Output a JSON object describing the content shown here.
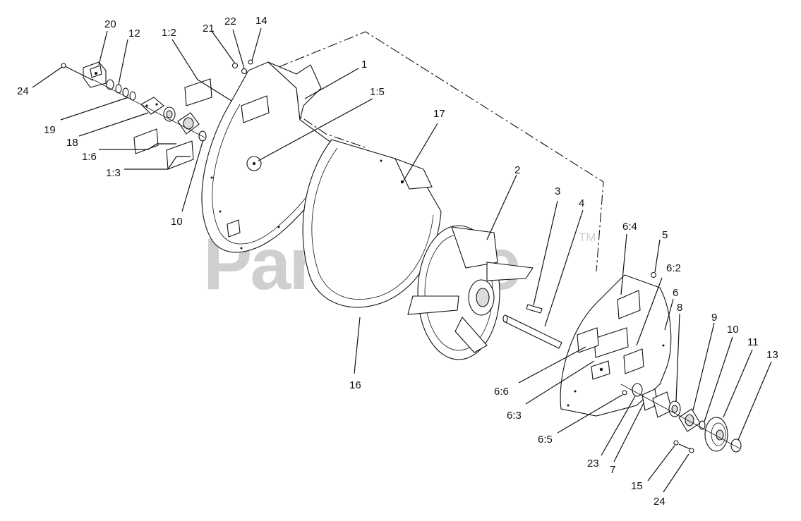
{
  "watermark": {
    "text": "PartsTree",
    "trademark": "TM"
  },
  "callouts": [
    {
      "id": "c24a",
      "label": "24"
    },
    {
      "id": "c20",
      "label": "20"
    },
    {
      "id": "c12",
      "label": "12"
    },
    {
      "id": "c19",
      "label": "19"
    },
    {
      "id": "c18",
      "label": "18"
    },
    {
      "id": "c16a",
      "label": "1:6"
    },
    {
      "id": "c13a",
      "label": "1:3"
    },
    {
      "id": "c10a",
      "label": "10"
    },
    {
      "id": "c12b",
      "label": "1:2"
    },
    {
      "id": "c21",
      "label": "21"
    },
    {
      "id": "c22",
      "label": "22"
    },
    {
      "id": "c14",
      "label": "14"
    },
    {
      "id": "c1",
      "label": "1"
    },
    {
      "id": "c15",
      "label": "1:5"
    },
    {
      "id": "c17",
      "label": "17"
    },
    {
      "id": "c2",
      "label": "2"
    },
    {
      "id": "c3",
      "label": "3"
    },
    {
      "id": "c4",
      "label": "4"
    },
    {
      "id": "c16",
      "label": "16"
    },
    {
      "id": "c64",
      "label": "6:4"
    },
    {
      "id": "c5",
      "label": "5"
    },
    {
      "id": "c62",
      "label": "6:2"
    },
    {
      "id": "c6",
      "label": "6"
    },
    {
      "id": "c8",
      "label": "8"
    },
    {
      "id": "c9",
      "label": "9"
    },
    {
      "id": "c10b",
      "label": "10"
    },
    {
      "id": "c11",
      "label": "11"
    },
    {
      "id": "c13",
      "label": "13"
    },
    {
      "id": "c66",
      "label": "6:6"
    },
    {
      "id": "c63",
      "label": "6:3"
    },
    {
      "id": "c65",
      "label": "6:5"
    },
    {
      "id": "c23",
      "label": "23"
    },
    {
      "id": "c7",
      "label": "7"
    },
    {
      "id": "c15b",
      "label": "15"
    },
    {
      "id": "c24b",
      "label": "24"
    }
  ]
}
